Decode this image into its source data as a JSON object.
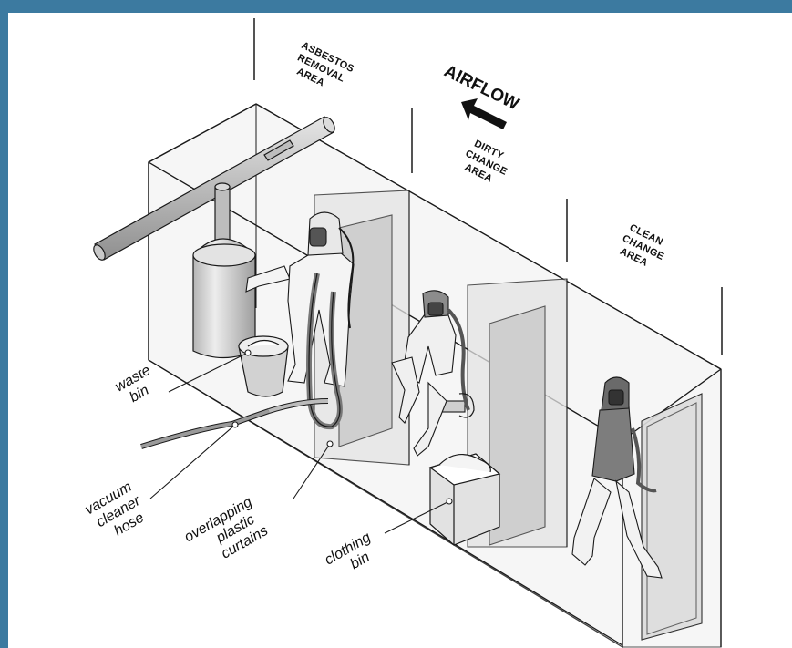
{
  "colors": {
    "frame": "#3c7aa0",
    "line": "#1a1a1a",
    "shade": "#d6d6d6",
    "shadeDark": "#9a9a9a"
  },
  "zones": {
    "asbestos": [
      "ASBESTOS",
      "REMOVAL",
      "AREA"
    ],
    "dirty": [
      "DIRTY",
      "CHANGE",
      "AREA"
    ],
    "clean": [
      "CLEAN",
      "CHANGE",
      "AREA"
    ]
  },
  "airflow": {
    "label": "AIRFLOW"
  },
  "callouts": {
    "waste_bin": [
      "waste",
      "bin"
    ],
    "vacuum_hose": [
      "vacuum",
      "cleaner",
      "hose"
    ],
    "curtains": [
      "overlapping",
      "plastic",
      "curtains"
    ],
    "clothing_bin": [
      "clothing",
      "bin"
    ]
  }
}
